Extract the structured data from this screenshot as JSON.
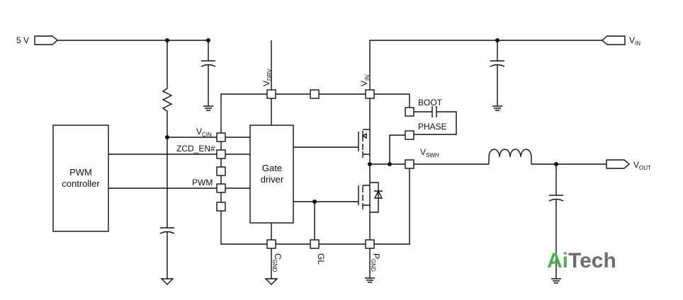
{
  "inputs": {
    "five_v": "5 V",
    "vin_main": "V",
    "vin_main_sub": "IN"
  },
  "blocks": {
    "pwm_controller_line1": "PWM",
    "pwm_controller_line2": "controller",
    "gate_driver_line1": "Gate",
    "gate_driver_line2": "driver"
  },
  "pins": {
    "vcin": "V",
    "vcin_sub": "CIN",
    "zcd_en": "ZCD_EN#",
    "pwm": "PWM",
    "vdrv": "V",
    "vdrv_sub": "DRV",
    "vin": "V",
    "vin_sub": "IN",
    "boot": "BOOT",
    "phase": "PHASE",
    "vswh": "V",
    "vswh_sub": "SWH",
    "cgnd": "C",
    "cgnd_sub": "GND",
    "gl": "GL",
    "pgnd": "P",
    "pgnd_sub": "GND"
  },
  "output": {
    "vout": "V",
    "vout_sub": "OUT"
  },
  "logo": {
    "part1": "Ai",
    "part2": "Tech"
  },
  "colors": {
    "logo_green": "#4caf50",
    "logo_gray": "#6d6d6d",
    "line": "#111111"
  }
}
